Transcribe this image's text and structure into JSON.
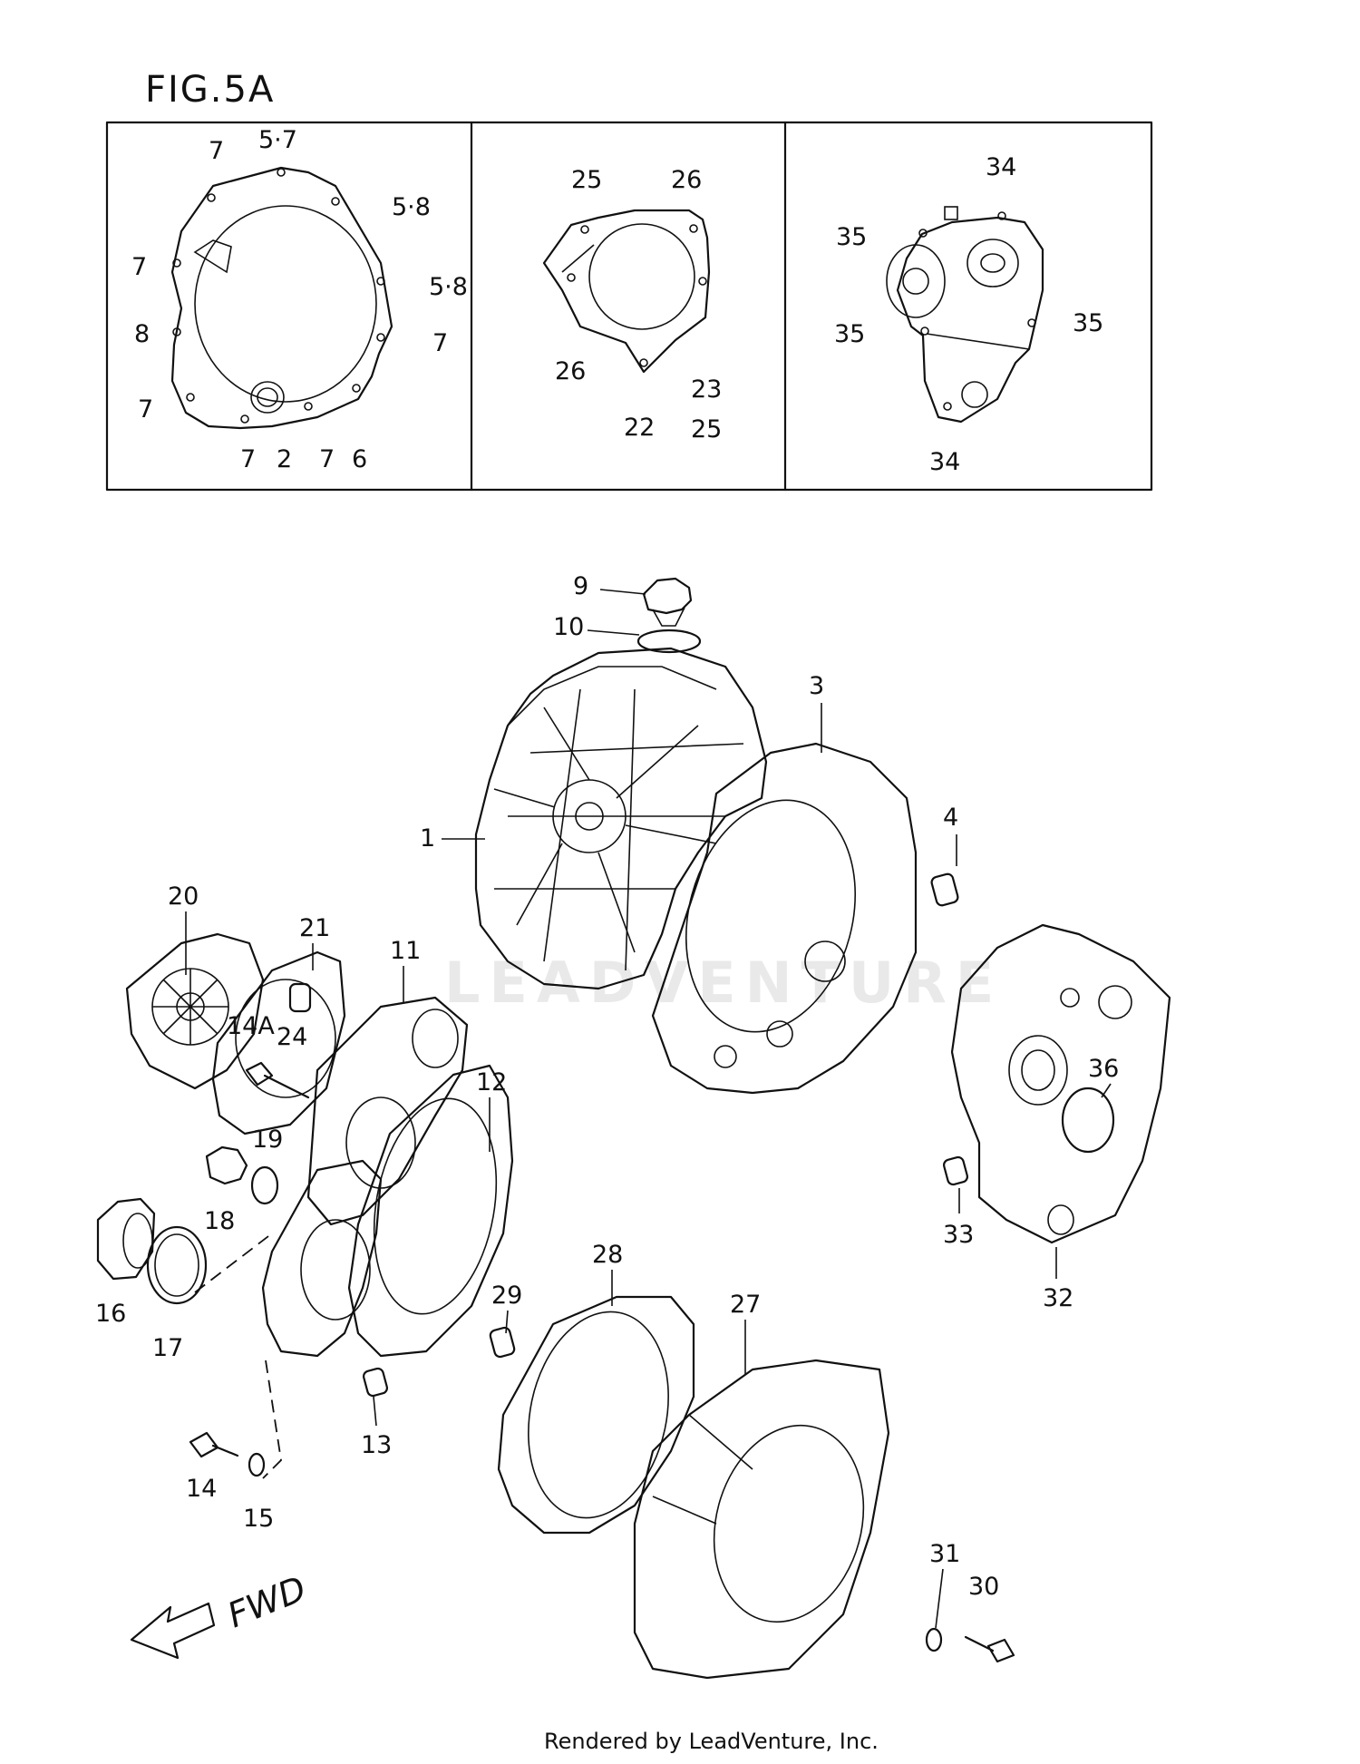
{
  "figure_title": "FIG.5A",
  "footer": "Rendered by LeadVenture, Inc.",
  "watermark": "LEADVENTURE",
  "fwd_label": "FWD",
  "inset_labels": [
    "5·7",
    "7",
    "5·8",
    "7",
    "5·8",
    "7",
    "8",
    "7",
    "7",
    "2",
    "7",
    "6",
    "25",
    "26",
    "26",
    "23",
    "22",
    "25",
    "34",
    "35",
    "35",
    "35",
    "34"
  ],
  "part_labels": [
    "9",
    "10",
    "3",
    "1",
    "4",
    "20",
    "21",
    "11",
    "14A",
    "24",
    "12",
    "19",
    "18",
    "36",
    "16",
    "17",
    "33",
    "32",
    "28",
    "29",
    "27",
    "13",
    "14",
    "15",
    "31",
    "30"
  ]
}
